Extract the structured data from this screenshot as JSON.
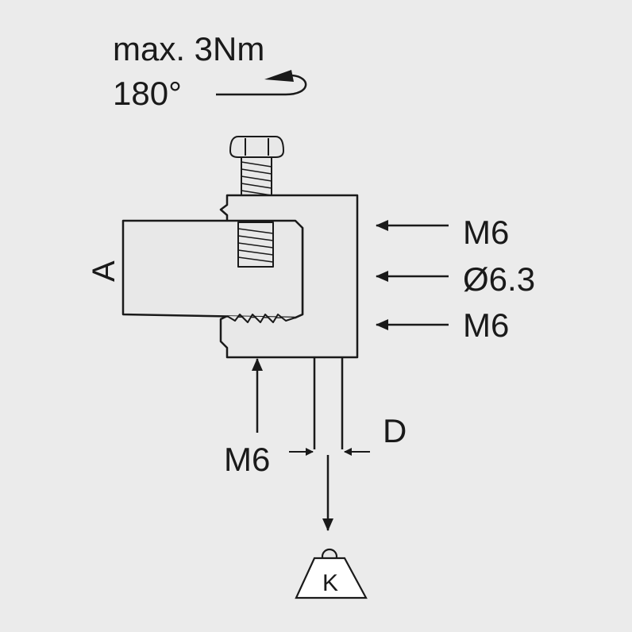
{
  "torque": {
    "line1": "max. 3Nm",
    "line2": "180°"
  },
  "labels": {
    "a": "A",
    "d": "D",
    "k": "K",
    "right_top": "M6",
    "right_middle": "Ø6.3",
    "right_bottom": "M6",
    "bottom_left": "M6"
  },
  "colors": {
    "background": "#ebebeb",
    "part_fill": "#e8e8e8",
    "line": "#1a1a1a"
  },
  "icons": [
    "rotation-arrow-icon",
    "hex-bolt-icon",
    "weight-icon"
  ]
}
